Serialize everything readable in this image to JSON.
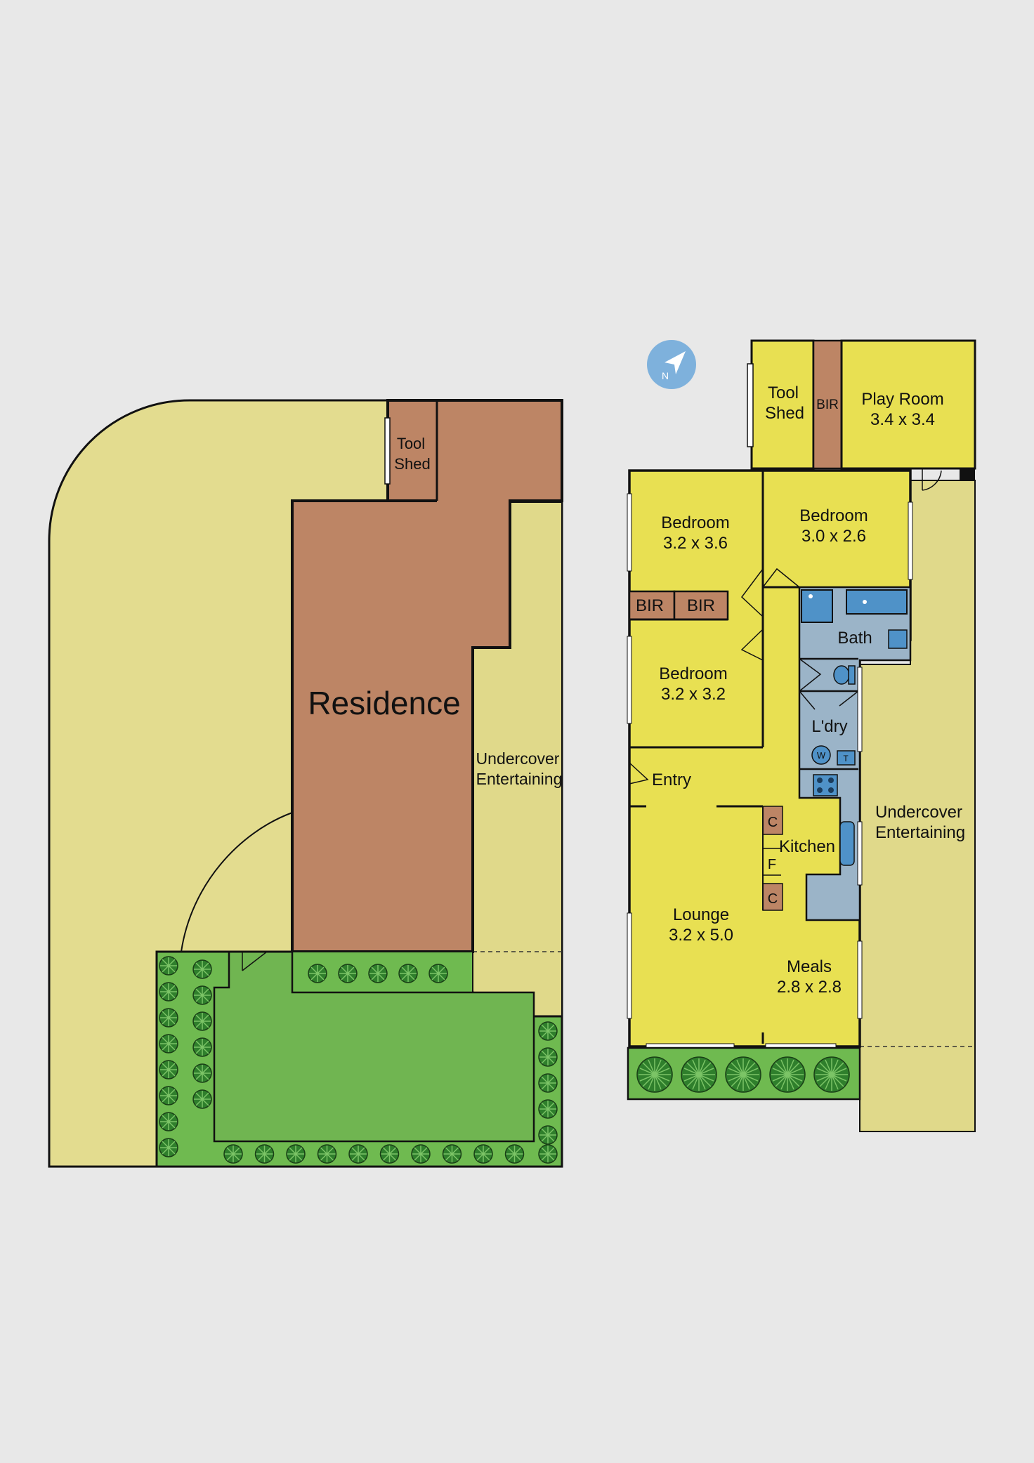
{
  "colors": {
    "background": "#e8e8e8",
    "yard": "#e3dc8f",
    "residence": "#bd8565",
    "lawn": "#70b551",
    "garden_bed": "#6fba50",
    "shrub": "#2f7f2c",
    "room": "#e8e052",
    "undercover": "#e0d98a",
    "wet_area": "#9bb4c8",
    "fixture": "#4f92c8",
    "cupboard": "#bd8565",
    "compass": "#7eb1dc"
  },
  "site_plan": {
    "residence_label": "Residence",
    "tool_shed_label": [
      "Tool",
      "Shed"
    ],
    "undercover_label": [
      "Undercover",
      "Entertaining"
    ]
  },
  "floor_plan": {
    "compass_label": "N",
    "tool_shed": [
      "Tool",
      "Shed"
    ],
    "bir_top": "BIR",
    "play_room": [
      "Play Room",
      "3.4 x 3.4"
    ],
    "bedroom_1": [
      "Bedroom",
      "3.2 x 3.6"
    ],
    "bedroom_2": [
      "Bedroom",
      "3.0 x 2.6"
    ],
    "bedroom_3": [
      "Bedroom",
      "3.2 x 3.2"
    ],
    "bir_1": "BIR",
    "bir_2": "BIR",
    "bath": "Bath",
    "laundry": "L'dry",
    "washer": "W",
    "trough": "T",
    "entry": "Entry",
    "kitchen": "Kitchen",
    "cupboard_1": "C",
    "fridge": "F",
    "cupboard_2": "C",
    "lounge": [
      "Lounge",
      "3.2 x 5.0"
    ],
    "meals": [
      "Meals",
      "2.8 x 2.8"
    ],
    "undercover": [
      "Undercover",
      "Entertaining"
    ]
  }
}
